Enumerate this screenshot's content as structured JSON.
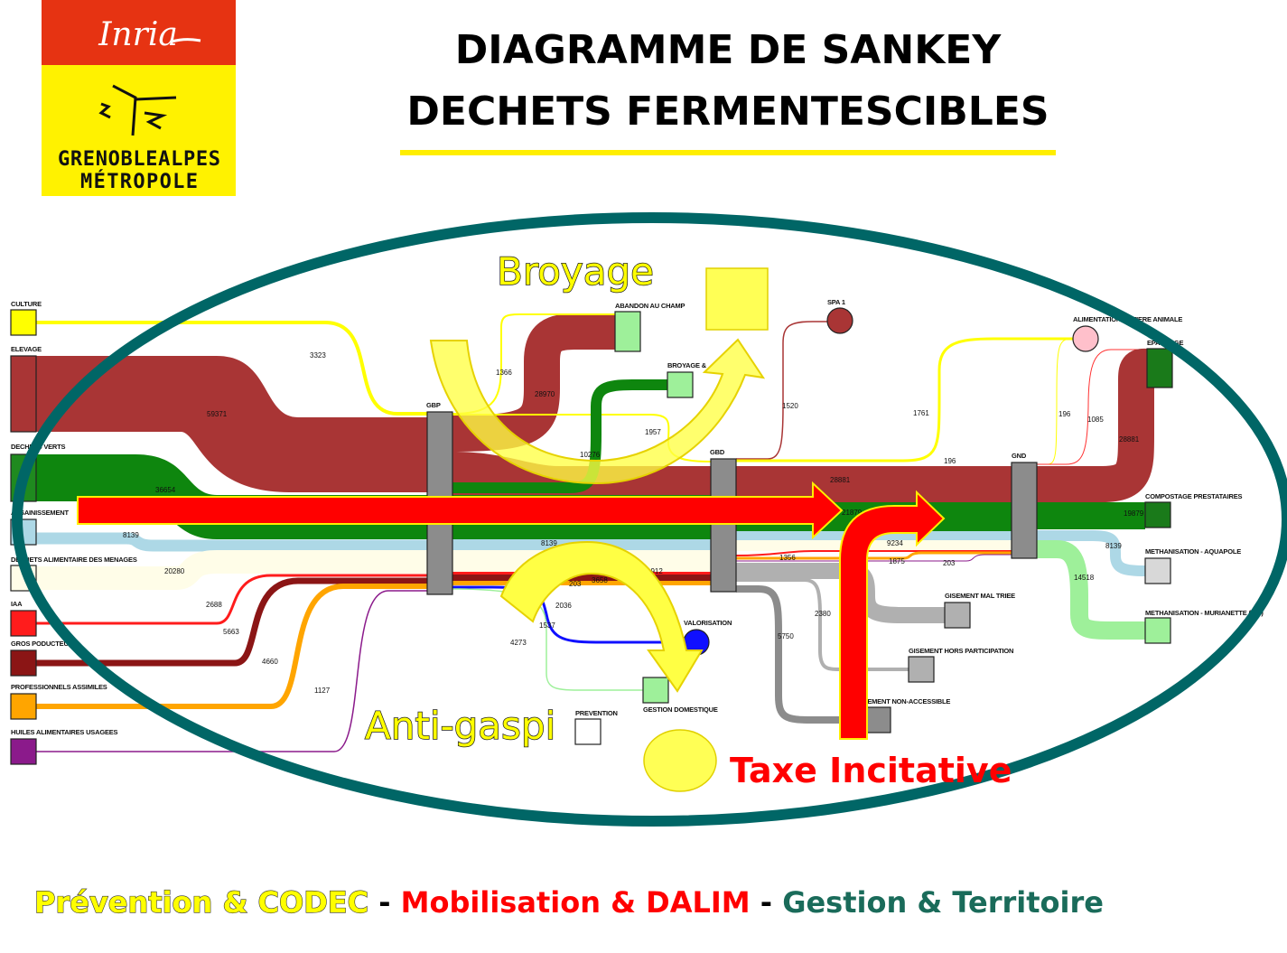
{
  "logo": {
    "brand_top": "Inria",
    "brand_line1": "GRENOBLEALPES",
    "brand_line2": "MÉTROPOLE",
    "colors": {
      "top": "#e63312",
      "bottom": "#fff200"
    }
  },
  "title": {
    "line1": "DIAGRAMME DE SANKEY",
    "line2": "DECHETS FERMENTESCIBLES",
    "underline_color": "#ffee00"
  },
  "overlays": {
    "broyage": "Broyage",
    "anti_gaspi": "Anti-gaspi",
    "taxe": "Taxe Incitative",
    "ellipse_color": "#006666",
    "arrow_red": "#ff0000",
    "arrow_yellow": "#ffff44"
  },
  "nodes": {
    "culture": "CULTURE",
    "elevage": "ELEVAGE",
    "dechets_verts": "DECHETS VERTS",
    "assainissement": "ASSAINISSEMENT",
    "menages": "DECHETS ALIMENTAIRE DES MENAGES",
    "iaa": "IAA",
    "gros": "GROS PODUCTEURS",
    "pro": "PROFESSIONNELS ASSIMILES",
    "huiles": "HUILES ALIMENTAIRES USAGEES",
    "gbp": "GBP",
    "gbd": "GBD",
    "gnd": "GND",
    "abandon": "ABANDON AU CHAMP",
    "broyage": "BROYAGE &",
    "spa": "SPA 1",
    "alimentation": "ALIMENTATION MATIERE ANIMALE",
    "epandage": "EPANDAGE",
    "compostage": "COMPOSTAGE PRESTATAIRES",
    "aquapole": "METHANISATION - AQUAPOLE",
    "murianette": "METHANISATION - MURIANETTE (GM)",
    "mal_triee": "GISEMENT MAL TRIEE",
    "hors_participation": "GISEMENT HORS PARTICIPATION",
    "non_accessible": "GISEMENT NON-ACCESSIBLE",
    "valorisation": "VALORISATION",
    "gestion_domestique": "GESTION DOMESTIQUE",
    "prevention": "PREVENTION"
  },
  "flow_values": [
    "3323",
    "59371",
    "36654",
    "8139",
    "20280",
    "2688",
    "5663",
    "4660",
    "1127",
    "1366",
    "28970",
    "1957",
    "10276",
    "8139",
    "1912",
    "3658",
    "203",
    "2036",
    "1537",
    "4273",
    "1520",
    "28881",
    "21879",
    "1356",
    "9234",
    "1875",
    "203",
    "2380",
    "5750",
    "1761",
    "196",
    "196",
    "1085",
    "28881",
    "19879",
    "8139",
    "14518"
  ],
  "footer": {
    "part1": "Prévention & CODEC",
    "sep1": " - ",
    "part2": "Mobilisation & DALIM",
    "sep2": " - ",
    "part3": "Gestion & Territoire",
    "colors": {
      "part1": "#ffff00",
      "part2": "#ff0000",
      "part3": "#1a6b5a"
    }
  }
}
